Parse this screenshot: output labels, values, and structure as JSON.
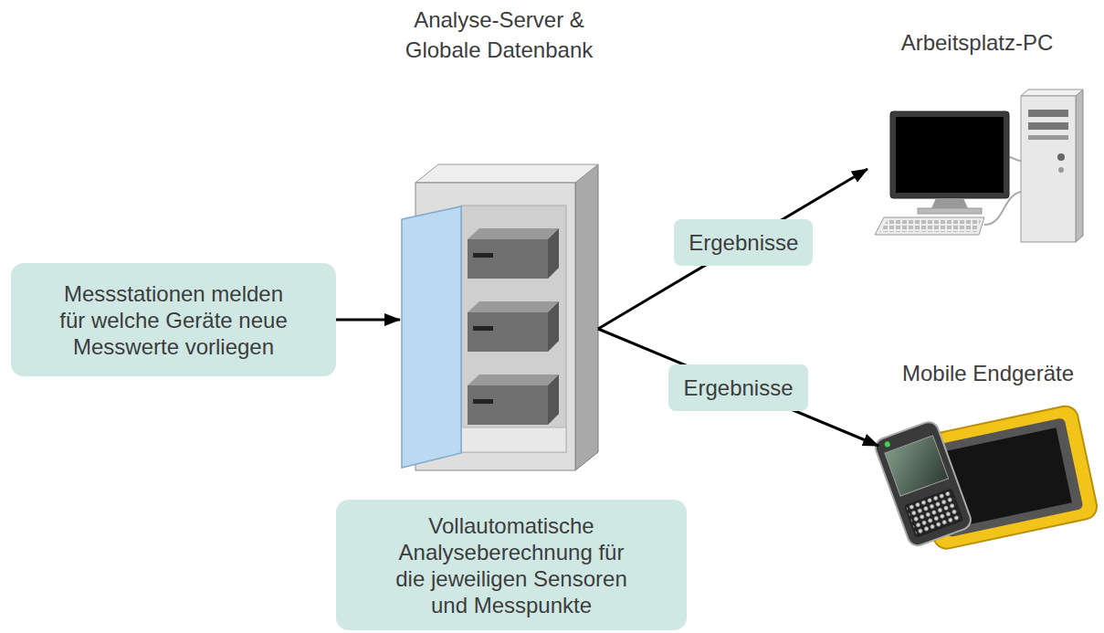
{
  "diagram": {
    "nodes": [
      {
        "text": [
          "Messstationen melden für welche Geräte neue Messwerte vorliegen"
        ]
      },
      {
        "text": [
          "Analyse-Server & Globale Datenbank"
        ]
      },
      {
        "text": [
          "Arbeitsplatz-PC"
        ]
      },
      {
        "text": [
          "Mobile Endgeräte"
        ]
      },
      {
        "text": [
          "Vollautomatische Analyseberechnung für die jeweiligen Sensoren und Messpunkte"
        ]
      }
    ],
    "edges": [
      {
        "from": 0,
        "to": 1,
        "arrow": "to"
      },
      {
        "from": 1,
        "to": 2,
        "label": "Ergebnisse",
        "arrow": "to"
      },
      {
        "from": 1,
        "to": 3,
        "label": "Ergebnisse",
        "arrow": "to"
      }
    ]
  }
}
